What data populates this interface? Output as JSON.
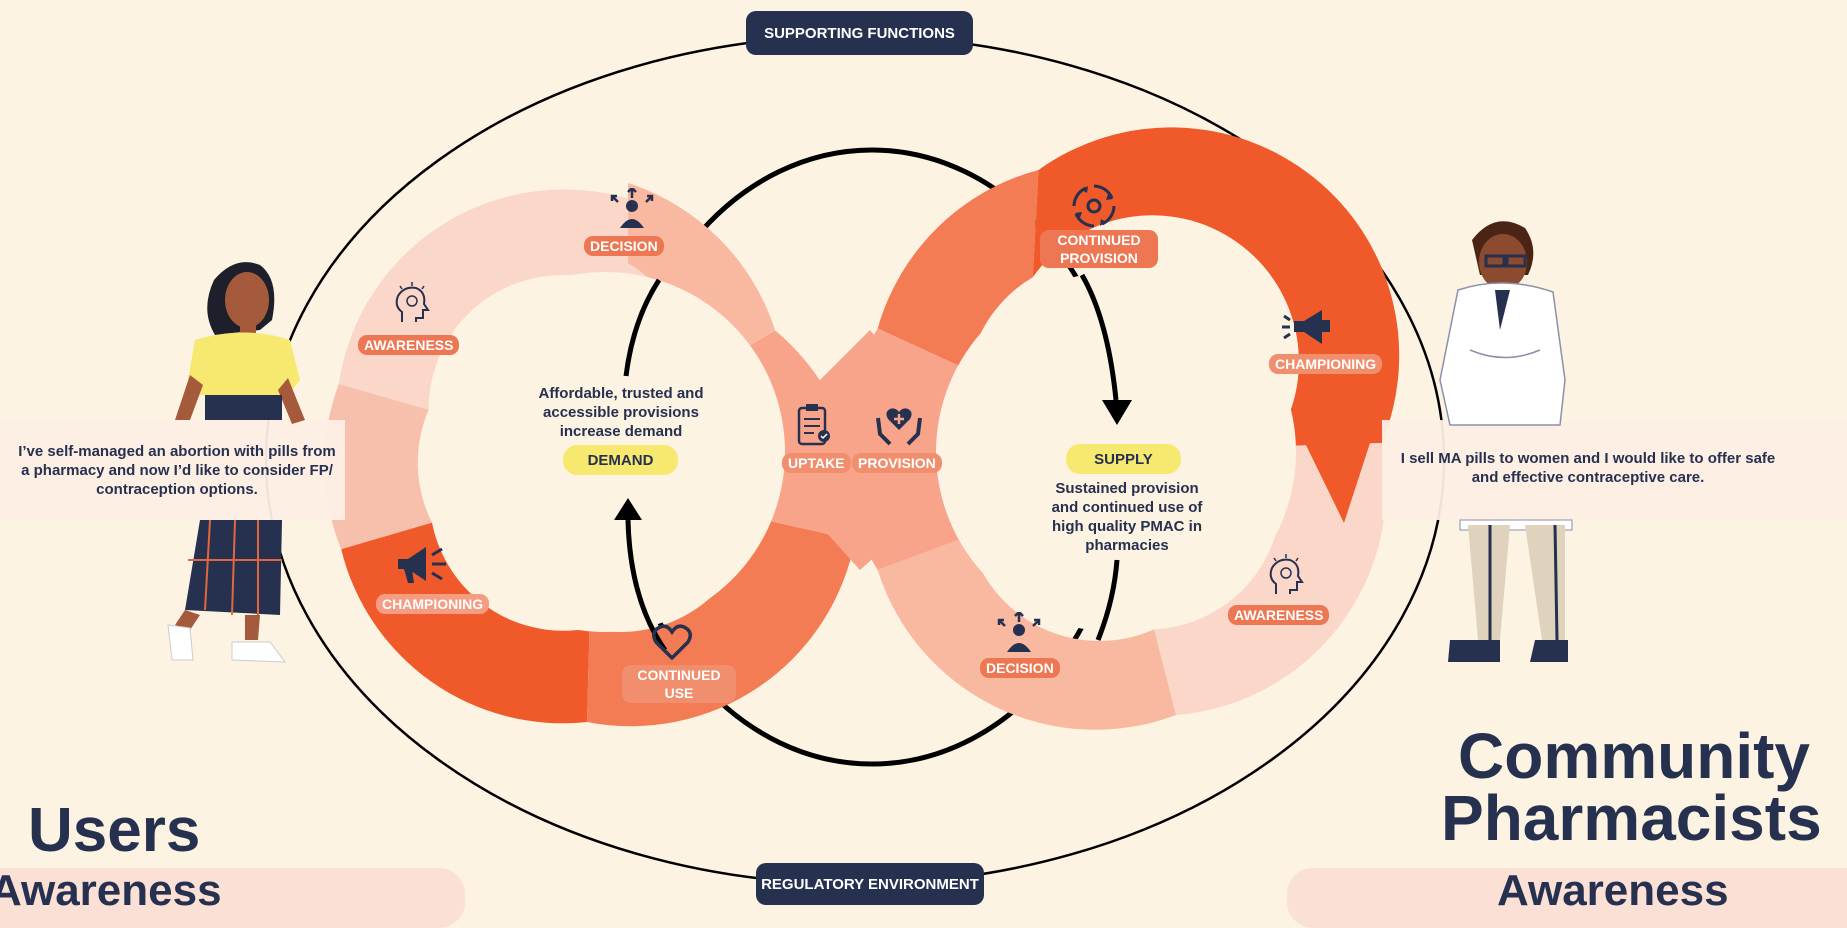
{
  "frame": {
    "top_label": "SUPPORTING FUNCTIONS",
    "bottom_label": "REGULATORY ENVIRONMENT"
  },
  "users": {
    "title": "Users",
    "subtitle": "Awareness",
    "quote": "I’ve self-managed an abortion with pills from a pharmacy and now I’d like to consider FP/ contraception options."
  },
  "pharmacists": {
    "title_line1": "Community",
    "title_line2": "Pharmacists",
    "subtitle": "Awareness",
    "quote": "I sell MA pills to women and I would like to offer safe and effective contraceptive care."
  },
  "demand_loop": {
    "center_text": "Affordable, trusted and accessible provisions increase demand",
    "center_label": "DEMAND",
    "stages": {
      "decision": "DECISION",
      "awareness": "AWARENESS",
      "championing": "CHAMPIONING",
      "continued_use_1": "CONTINUED",
      "continued_use_2": "USE",
      "uptake": "UPTAKE"
    }
  },
  "supply_loop": {
    "center_label": "SUPPLY",
    "center_text": "Sustained provision and continued use of high quality PMAC in pharmacies",
    "stages": {
      "continued_provision_1": "CONTINUED",
      "continued_provision_2": "PROVISION",
      "championing": "CHAMPIONING",
      "awareness": "AWARENESS",
      "decision": "DECISION",
      "provision": "PROVISION"
    }
  },
  "colors": {
    "background": "#fdf3e3",
    "navy": "#26304f",
    "orange_dark": "#f05a2a",
    "orange_mid": "#f47c55",
    "orange_light": "#f8a48a",
    "peach": "#fbd7ca",
    "yellow": "#f7e96f"
  },
  "icons": [
    "decision-icon",
    "awareness-icon",
    "championing-icon",
    "continued-use-icon",
    "uptake-icon",
    "provision-icon",
    "continued-provision-icon"
  ]
}
